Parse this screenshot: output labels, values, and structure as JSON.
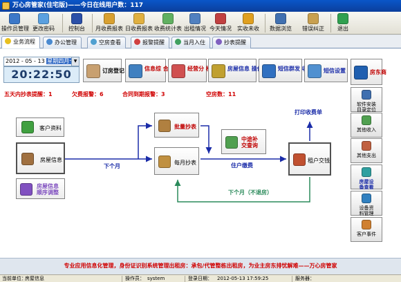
{
  "window": {
    "title": "万心房管家(住宅版)——今日在线用户数：117"
  },
  "toolbar": {
    "items": [
      {
        "label": "操作员管理",
        "color": "#3c78c8"
      },
      {
        "label": "更改密码",
        "color": "#5aa0e0"
      },
      {
        "label": "控制台",
        "color": "#2a4fa8"
      },
      {
        "label": "月收费报表",
        "color": "#d8a030"
      },
      {
        "label": "日收费报表",
        "color": "#e0b040"
      },
      {
        "label": "收费统计表",
        "color": "#60b060"
      },
      {
        "label": "出租情况",
        "color": "#5080c0"
      },
      {
        "label": "今天情况",
        "color": "#c04040"
      },
      {
        "label": "实收未收",
        "color": "#e0a020"
      },
      {
        "label": "数据浏览",
        "color": "#4070b0"
      },
      {
        "label": "错误纠正",
        "color": "#c8a050"
      },
      {
        "label": "退出",
        "color": "#30a050"
      }
    ]
  },
  "tabs": [
    {
      "label": "业务流程",
      "color": "#e8c020"
    },
    {
      "label": "办公管理",
      "color": "#4a8ad0"
    },
    {
      "label": "空房查看",
      "color": "#50a0d0"
    },
    {
      "label": "报警提醒",
      "color": "#d04040"
    },
    {
      "label": "当月入住",
      "color": "#40a060"
    },
    {
      "label": "抄表提醒",
      "color": "#8060c0"
    }
  ],
  "date": {
    "value": "2012 - 05 - 13",
    "weekday": "星期四月十三",
    "dropdown": "▼"
  },
  "clock": {
    "time": "20:22:50"
  },
  "quick_buttons": [
    {
      "label": "订房登记",
      "color": "#c8a070"
    },
    {
      "label": "信息综\n合查询",
      "color": "#4080c0"
    },
    {
      "label": "经营分\n析图解",
      "color": "#d05050"
    },
    {
      "label": "房屋信息\n操作更新",
      "color": "#c0a030"
    },
    {
      "label": "短信群发\n收费通知",
      "color": "#3070c0"
    },
    {
      "label": "短信设置",
      "color": "#5090d0"
    },
    {
      "label": "房东商",
      "color": "#2060b0"
    }
  ],
  "alerts": {
    "meter": "五天内抄表提醒：1",
    "arrears": "欠费报警：6",
    "contract": "合同到期报警：3",
    "vacant": "空房数：11"
  },
  "flow": {
    "tenant": {
      "label": "客户资料",
      "color": "#40a040"
    },
    "house": {
      "label": "房屋信息",
      "color": "#a07040"
    },
    "order": {
      "label": "房屋信息\n顺序调整",
      "color": "#8050c0"
    },
    "batch": {
      "label": "批量抄表",
      "color": "#b08040"
    },
    "monthly": {
      "label": "每月抄表",
      "color": "#c09040"
    },
    "midway": {
      "label": "中途补\n交查询",
      "color": "#50a050"
    },
    "payment": {
      "label": "租户交钱",
      "color": "#c05030"
    },
    "print_label": "打印收费单",
    "next_month": "下个月",
    "tenant_pay": "住户缴费",
    "next_month_no_vacate": "下个月（不退房）"
  },
  "right_buttons": [
    {
      "label": "软件安装\n目录定位",
      "color": "#4070b0"
    },
    {
      "label": "其他收入",
      "color": "#50a050"
    },
    {
      "label": "其他支出",
      "color": "#c06040"
    },
    {
      "label": "房屋设\n备查看",
      "color": "#30a0a0"
    },
    {
      "label": "设备资\n料管理",
      "color": "#3080c0"
    },
    {
      "label": "客户事件",
      "color": "#d08030"
    }
  ],
  "footer": {
    "slogan": "专业应用信息化管理，身份证识别系统管理出租房：承包/代管整栋出租房，为业主房东排忧解难——万心房管家"
  },
  "status": {
    "operator_label": "当前单位：",
    "operator": "房屋信息",
    "user_label": "操作员：",
    "user": "system",
    "login_label": "登录日期：",
    "login": "2012-05-13 17:59:25",
    "server_label": "服务器："
  }
}
